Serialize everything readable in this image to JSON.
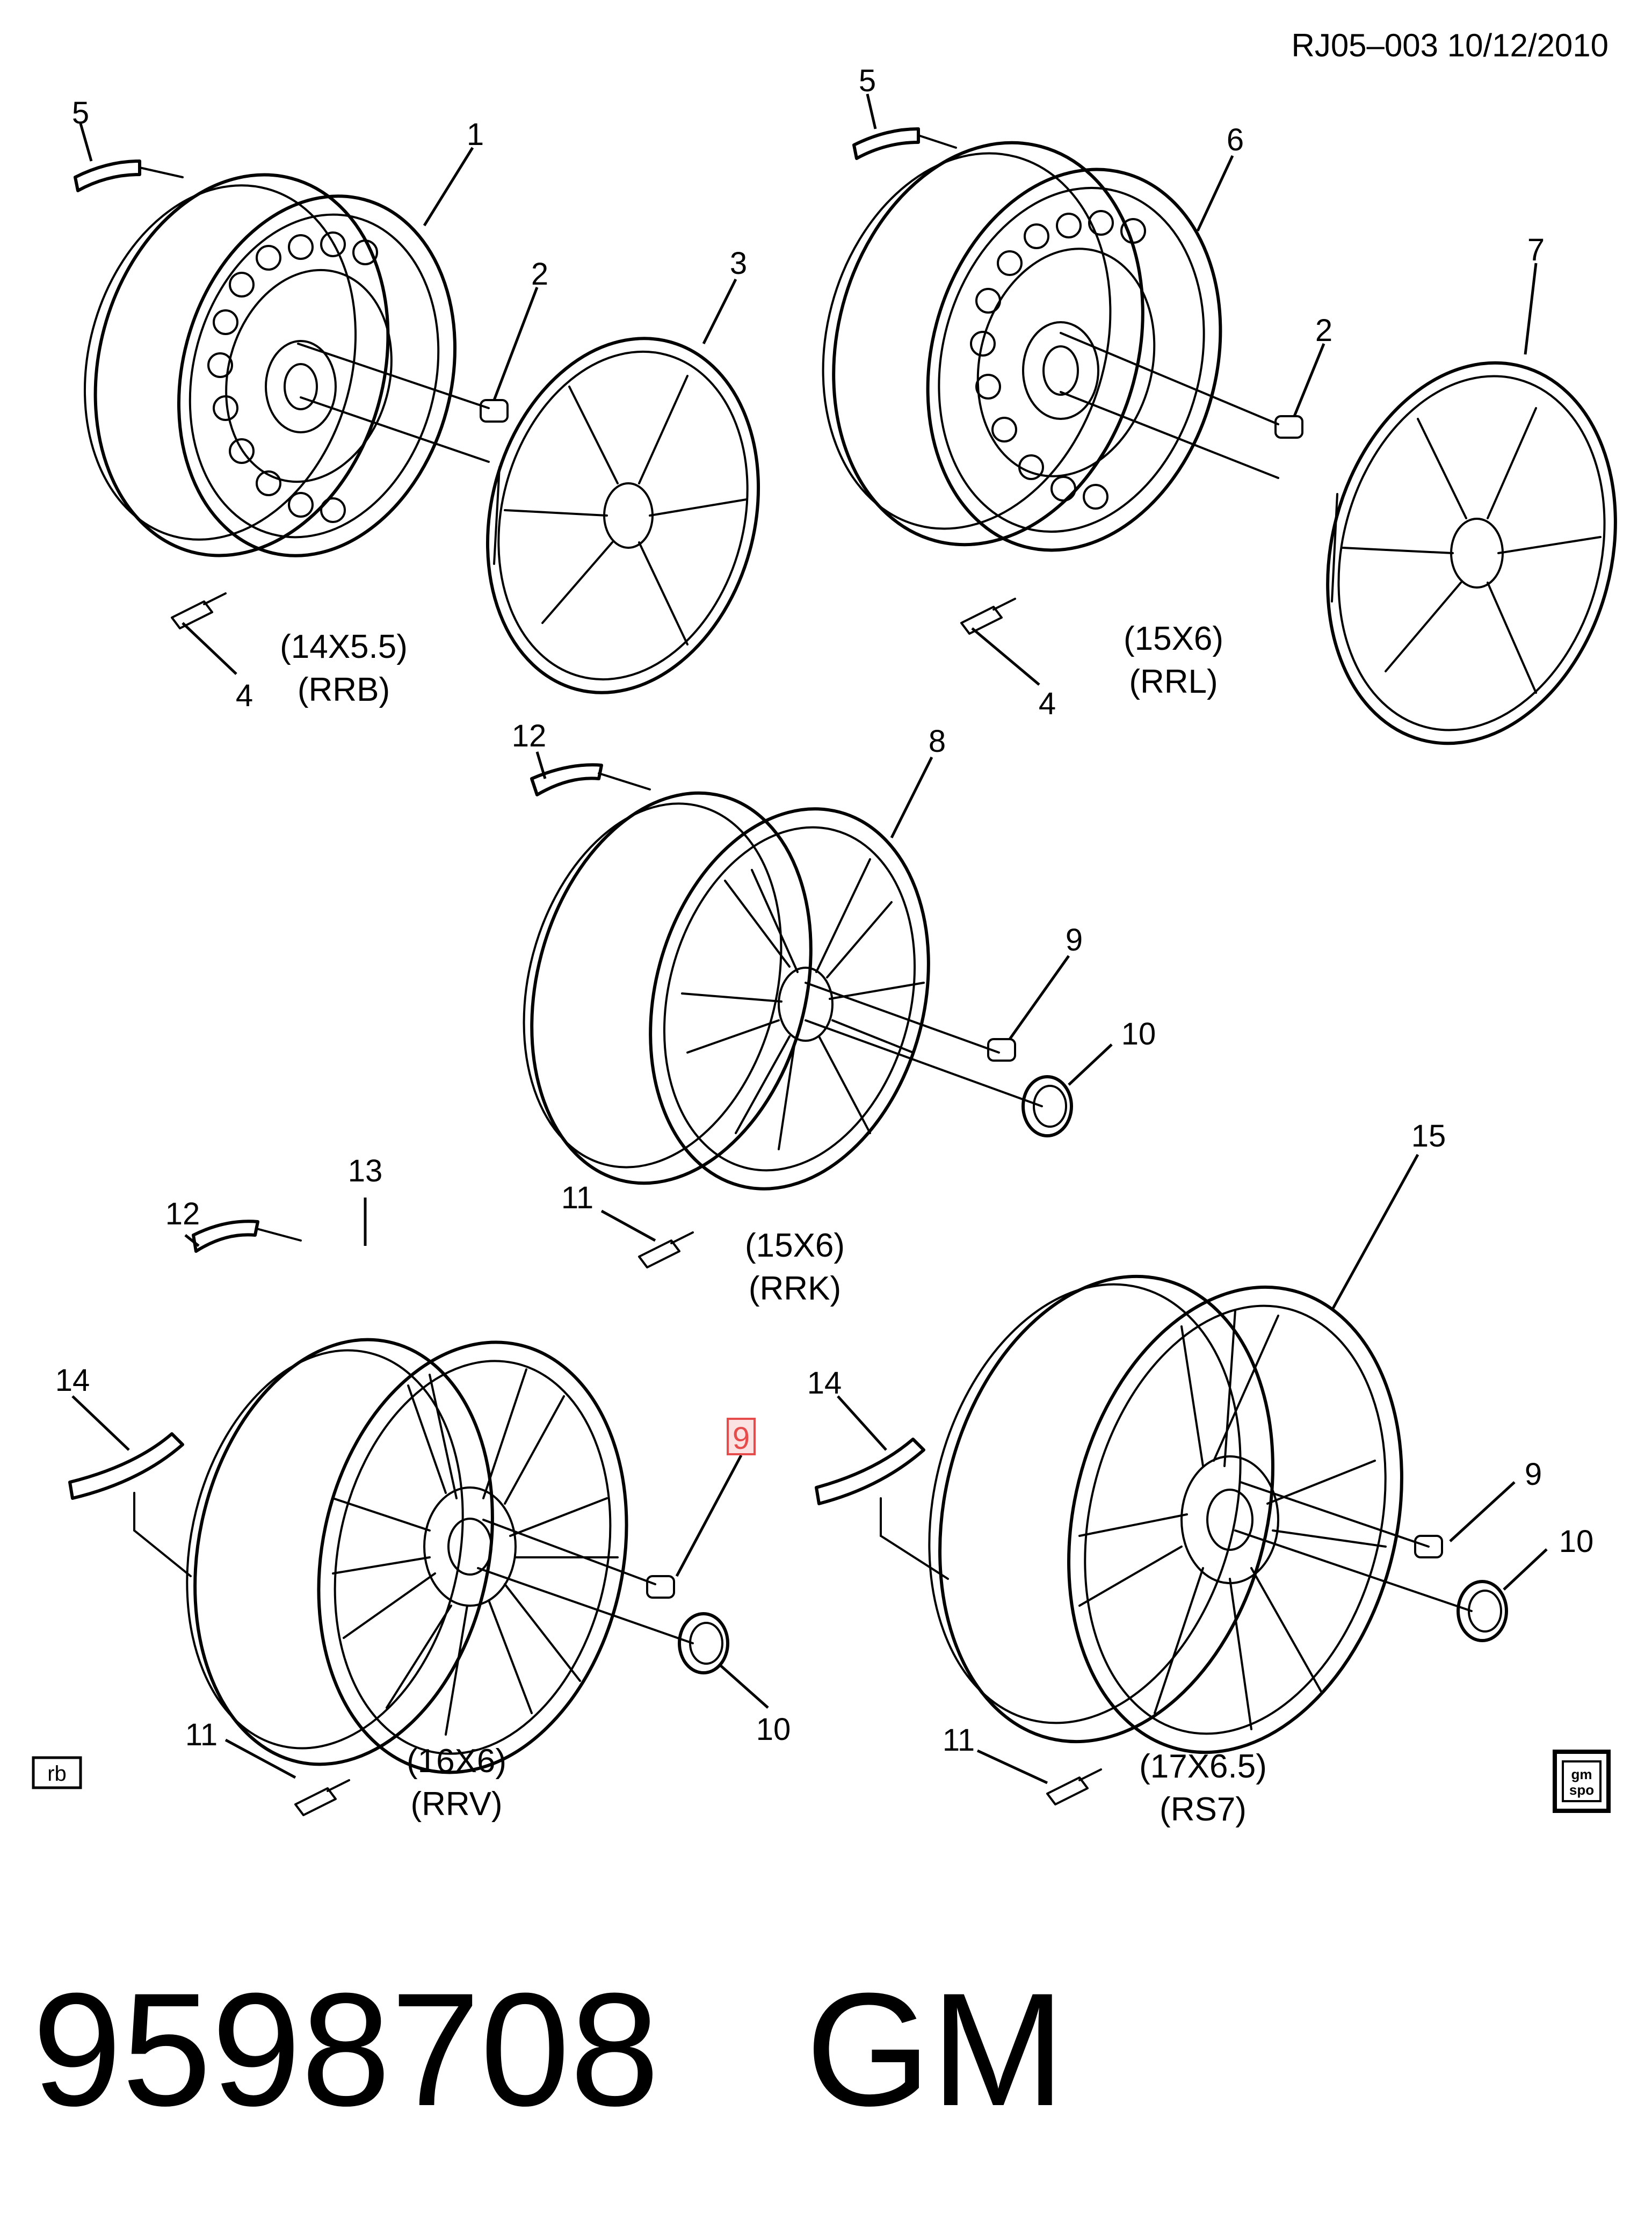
{
  "header": {
    "text": "RJ05–003  10/12/2010"
  },
  "callouts": {
    "c1": "1",
    "c2a": "2",
    "c3": "3",
    "c4a": "4",
    "c5a": "5",
    "c5b": "5",
    "c6": "6",
    "c2b": "2",
    "c7": "7",
    "c4b": "4",
    "c12a": "12",
    "c8": "8",
    "c9a": "9",
    "c10a": "10",
    "c11a": "11",
    "c13": "13",
    "c12b": "12",
    "c14a": "14",
    "c9b": "9",
    "c10b": "10",
    "c11b": "11",
    "c15": "15",
    "c14b": "14",
    "c9c": "9",
    "c10c": "10",
    "c11c": "11"
  },
  "wheels": {
    "rrb": {
      "size": "(14X5.5)",
      "code": "(RRB)"
    },
    "rrl": {
      "size": "(15X6)",
      "code": "(RRL)"
    },
    "rrk": {
      "size": "(15X6)",
      "code": "(RRK)"
    },
    "rrv": {
      "size": "(16X6)",
      "code": "(RRV)"
    },
    "rs7": {
      "size": "(17X6.5)",
      "code": "(RS7)"
    }
  },
  "badges": {
    "rb": "rb",
    "gm_top": "gm",
    "gm_bottom": "spo"
  },
  "footer": {
    "part_number": "9598708",
    "brand": "GM"
  },
  "highlight": {
    "callout": "9",
    "color": "#e64c4c"
  }
}
